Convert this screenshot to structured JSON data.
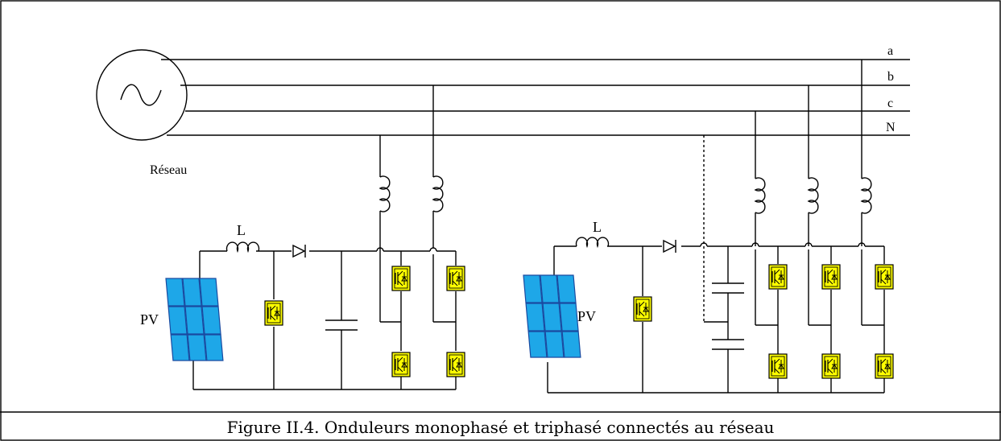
{
  "figure": {
    "caption": "Figure II.4. Onduleurs monophasé et triphasé connectés au réseau",
    "labels": {
      "grid": "Réseau",
      "phase_a": "a",
      "phase_b": "b",
      "phase_c": "c",
      "neutral": "N",
      "inductor_left": "L",
      "inductor_right": "L",
      "pv_left": "PV",
      "pv_right": "PV"
    },
    "colors": {
      "switch_fill": "#ffff00",
      "pv_fill": "#1ea7e8",
      "line": "#000000"
    },
    "icons": [
      "ac-source-icon",
      "inductor-icon",
      "diode-icon",
      "capacitor-icon",
      "igbt-switch-icon",
      "pv-panel-icon"
    ]
  }
}
